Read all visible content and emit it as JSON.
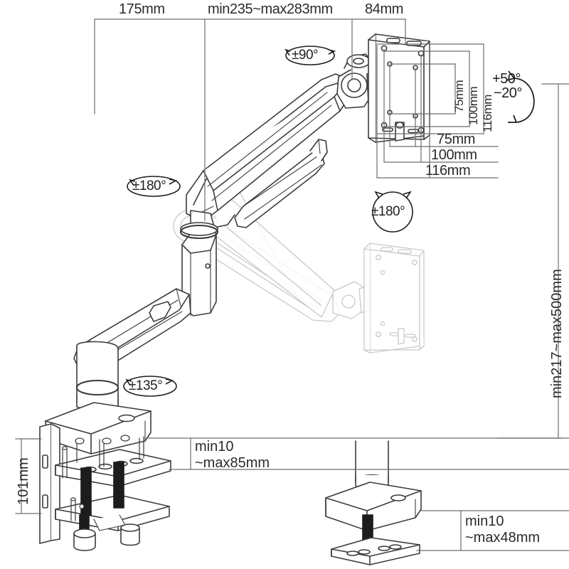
{
  "drawing": {
    "title": "Monitor arm technical dimension drawing",
    "units": "mm",
    "line_color": "#3c3c3c",
    "ghost_color": "#c8c8c8",
    "text_color": "#2b2b2b"
  },
  "top_dimensions": [
    {
      "id": "d-175",
      "label": "175mm"
    },
    {
      "id": "d-235-283",
      "label": "min235~max283mm"
    },
    {
      "id": "d-84",
      "label": "84mm"
    }
  ],
  "vesa_vertical": [
    {
      "id": "v-75",
      "label": "75mm"
    },
    {
      "id": "v-100",
      "label": "100mm"
    },
    {
      "id": "v-116",
      "label": "116mm"
    }
  ],
  "vesa_horizontal": [
    {
      "id": "h-75",
      "label": "75mm"
    },
    {
      "id": "h-100",
      "label": "100mm"
    },
    {
      "id": "h-116",
      "label": "116mm"
    }
  ],
  "tilt": {
    "up": "+50°",
    "down": "−20°"
  },
  "rotations": [
    {
      "id": "rot-head",
      "label": "±90°"
    },
    {
      "id": "rot-upper-arm",
      "label": "±180°"
    },
    {
      "id": "rot-plate",
      "label": "±180°"
    },
    {
      "id": "rot-base",
      "label": "±135°"
    }
  ],
  "height_range": {
    "label": "min217~max500mm"
  },
  "clamp": {
    "height_label": "101mm",
    "thickness_line1": "min10",
    "thickness_line2": "~max85mm"
  },
  "grommet": {
    "thickness_line1": "min10",
    "thickness_line2": "~max48mm"
  }
}
